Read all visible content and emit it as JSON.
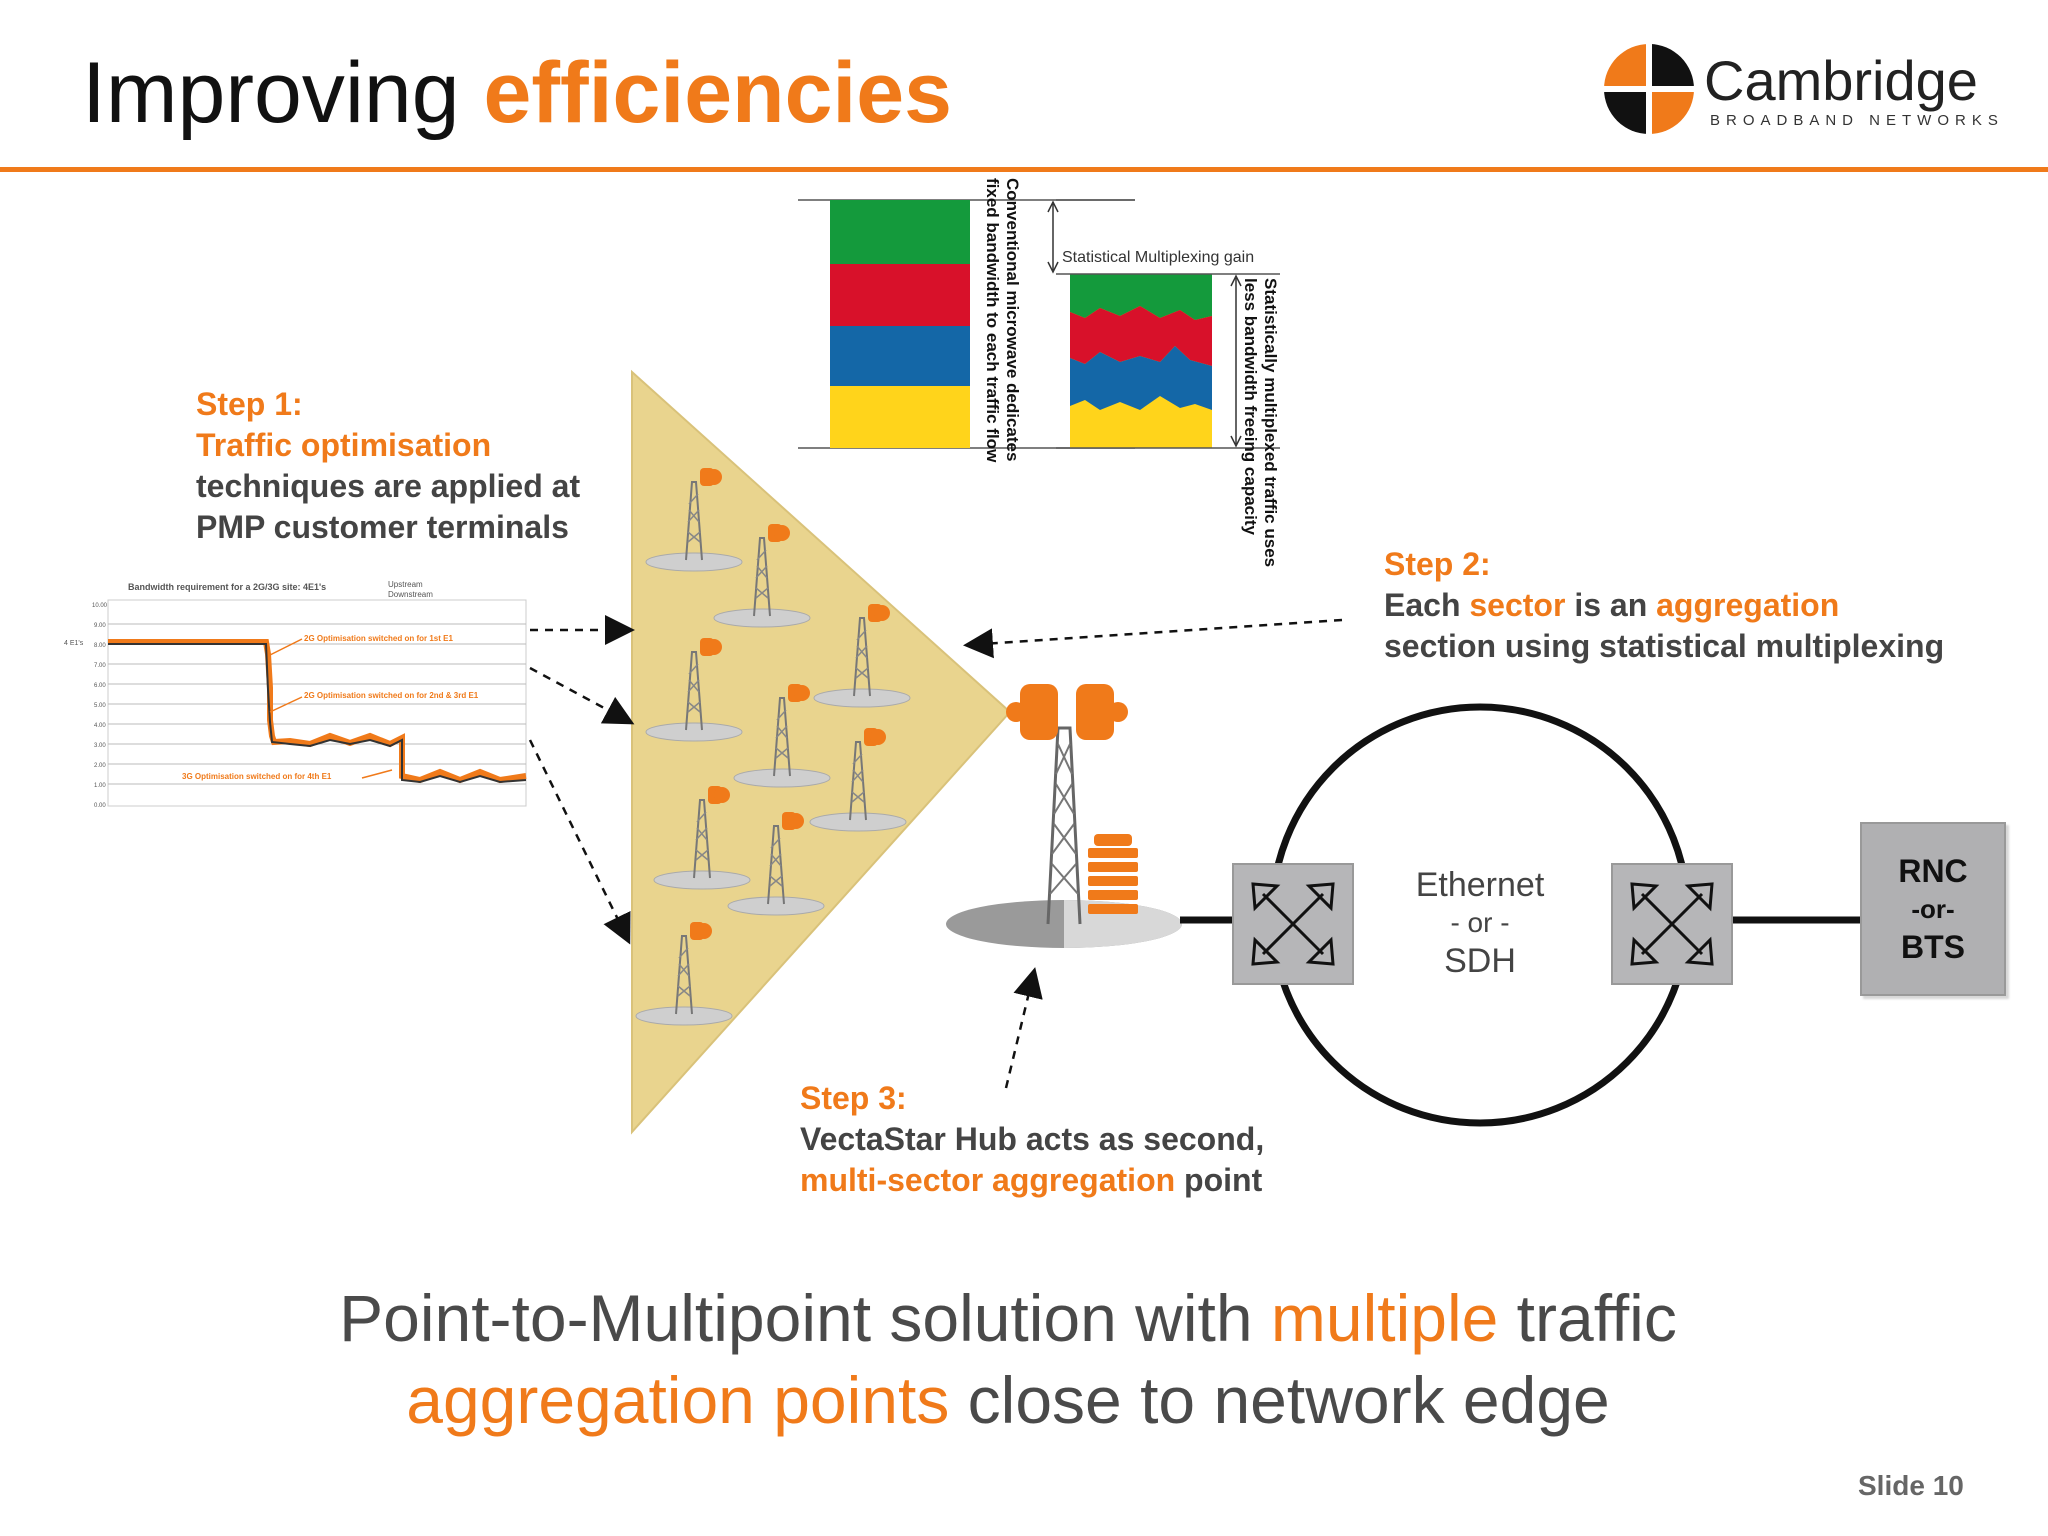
{
  "title": {
    "main": "Improving ",
    "accent": "efficiencies"
  },
  "logo": {
    "name": "Cambridge",
    "sub": "BROADBAND NETWORKS"
  },
  "step1": {
    "head": "Step 1:",
    "sub": "Traffic optimisation",
    "line3": "techniques are applied at",
    "line4": "PMP customer terminals"
  },
  "step2": {
    "head": "Step 2:",
    "l1a": "Each ",
    "l1b": "sector",
    "l1c": " is an ",
    "l1d": "aggregation",
    "line2": "section using statistical multiplexing"
  },
  "step3": {
    "head": "Step 3:",
    "line1": "VectaStar Hub acts as second,",
    "l2a": "multi-sector aggregation",
    "l2b": " point"
  },
  "bars": {
    "label_left": [
      "Conventional microwave dedicates",
      "fixed bandwidth to each traffic flow"
    ],
    "label_right": [
      "Statistically multiplexed traffic uses",
      "less bandwidth freeing capacity"
    ],
    "gain_label": "Statistical Multiplexing gain",
    "colors": [
      "#149a3c",
      "#d8112a",
      "#1467a7",
      "#ffd41b"
    ]
  },
  "graph": {
    "title": "Bandwidth requirement for a 2G/3G site: 4E1's",
    "legend": [
      "Upstream",
      "Downstream"
    ],
    "y_ticks": [
      "10.00",
      "9.00",
      "8.00",
      "7.00",
      "6.00",
      "5.00",
      "4.00",
      "3.00",
      "2.00",
      "1.00",
      "0.00"
    ],
    "ylabel": "4 E1's",
    "annotations": [
      "2G Optimisation switched on for 1st E1",
      "2G Optimisation switched on for 2nd & 3rd E1",
      "3G Optimisation switched on for 4th E1"
    ]
  },
  "ring": {
    "line1": "Ethernet",
    "line2": "- or -",
    "line3": "SDH"
  },
  "rnc": {
    "line1": "RNC",
    "line2": "-or-",
    "line3": "BTS"
  },
  "bottom": {
    "l1a": "Point-to-Multipoint solution with ",
    "l1b": "multiple",
    "l1c": " traffic",
    "l2a": "aggregation points",
    "l2b": " close to network edge"
  },
  "slide_number": "Slide 10",
  "colors": {
    "accent": "#f07a1a",
    "sector": "#e9d48e",
    "switch": "#b6b6b8"
  }
}
